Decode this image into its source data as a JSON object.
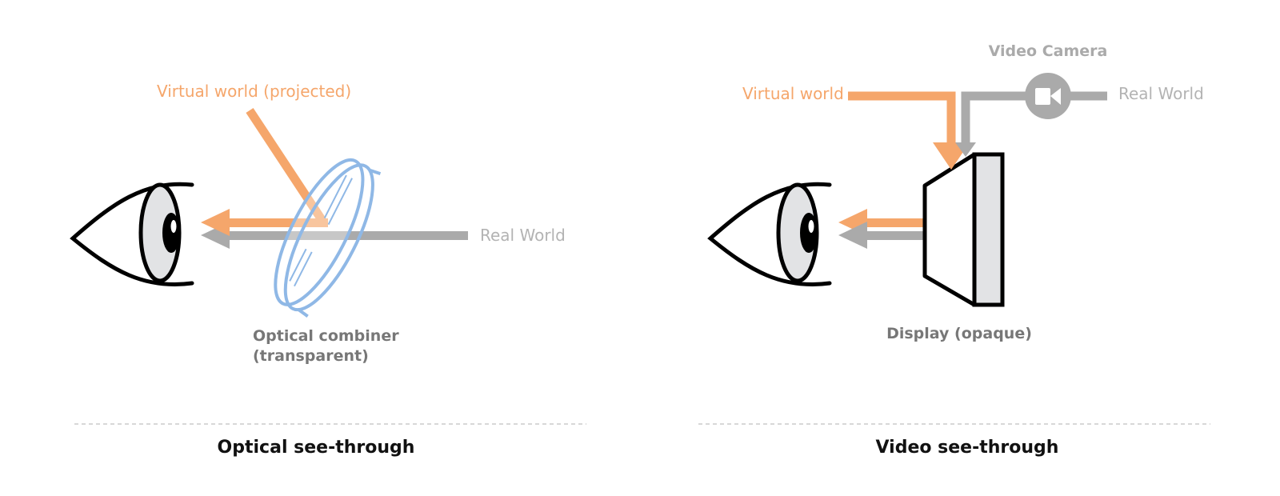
{
  "colors": {
    "virtual": "#f5a66b",
    "real": "#aaaaaa",
    "real_text": "#b3b3b3",
    "label_dark": "#777777",
    "combiner": "#8fb8e6",
    "outline": "#000000",
    "fill_gray": "#e2e3e5",
    "divider": "#cccccc",
    "caption": "#111111"
  },
  "optical": {
    "virtual_label": "Virtual world (projected)",
    "real_label": "Real World",
    "combiner_label_line1": "Optical combiner",
    "combiner_label_line2": "(transparent)",
    "caption": "Optical see-through"
  },
  "video": {
    "virtual_label": "Virtual world",
    "real_label": "Real World",
    "camera_label": "Video Camera",
    "display_label": "Display (opaque)",
    "caption": "Video see-through"
  },
  "icons": {
    "eye_left": "eye-icon",
    "eye_right": "eye-icon",
    "camera": "video-camera-icon"
  }
}
